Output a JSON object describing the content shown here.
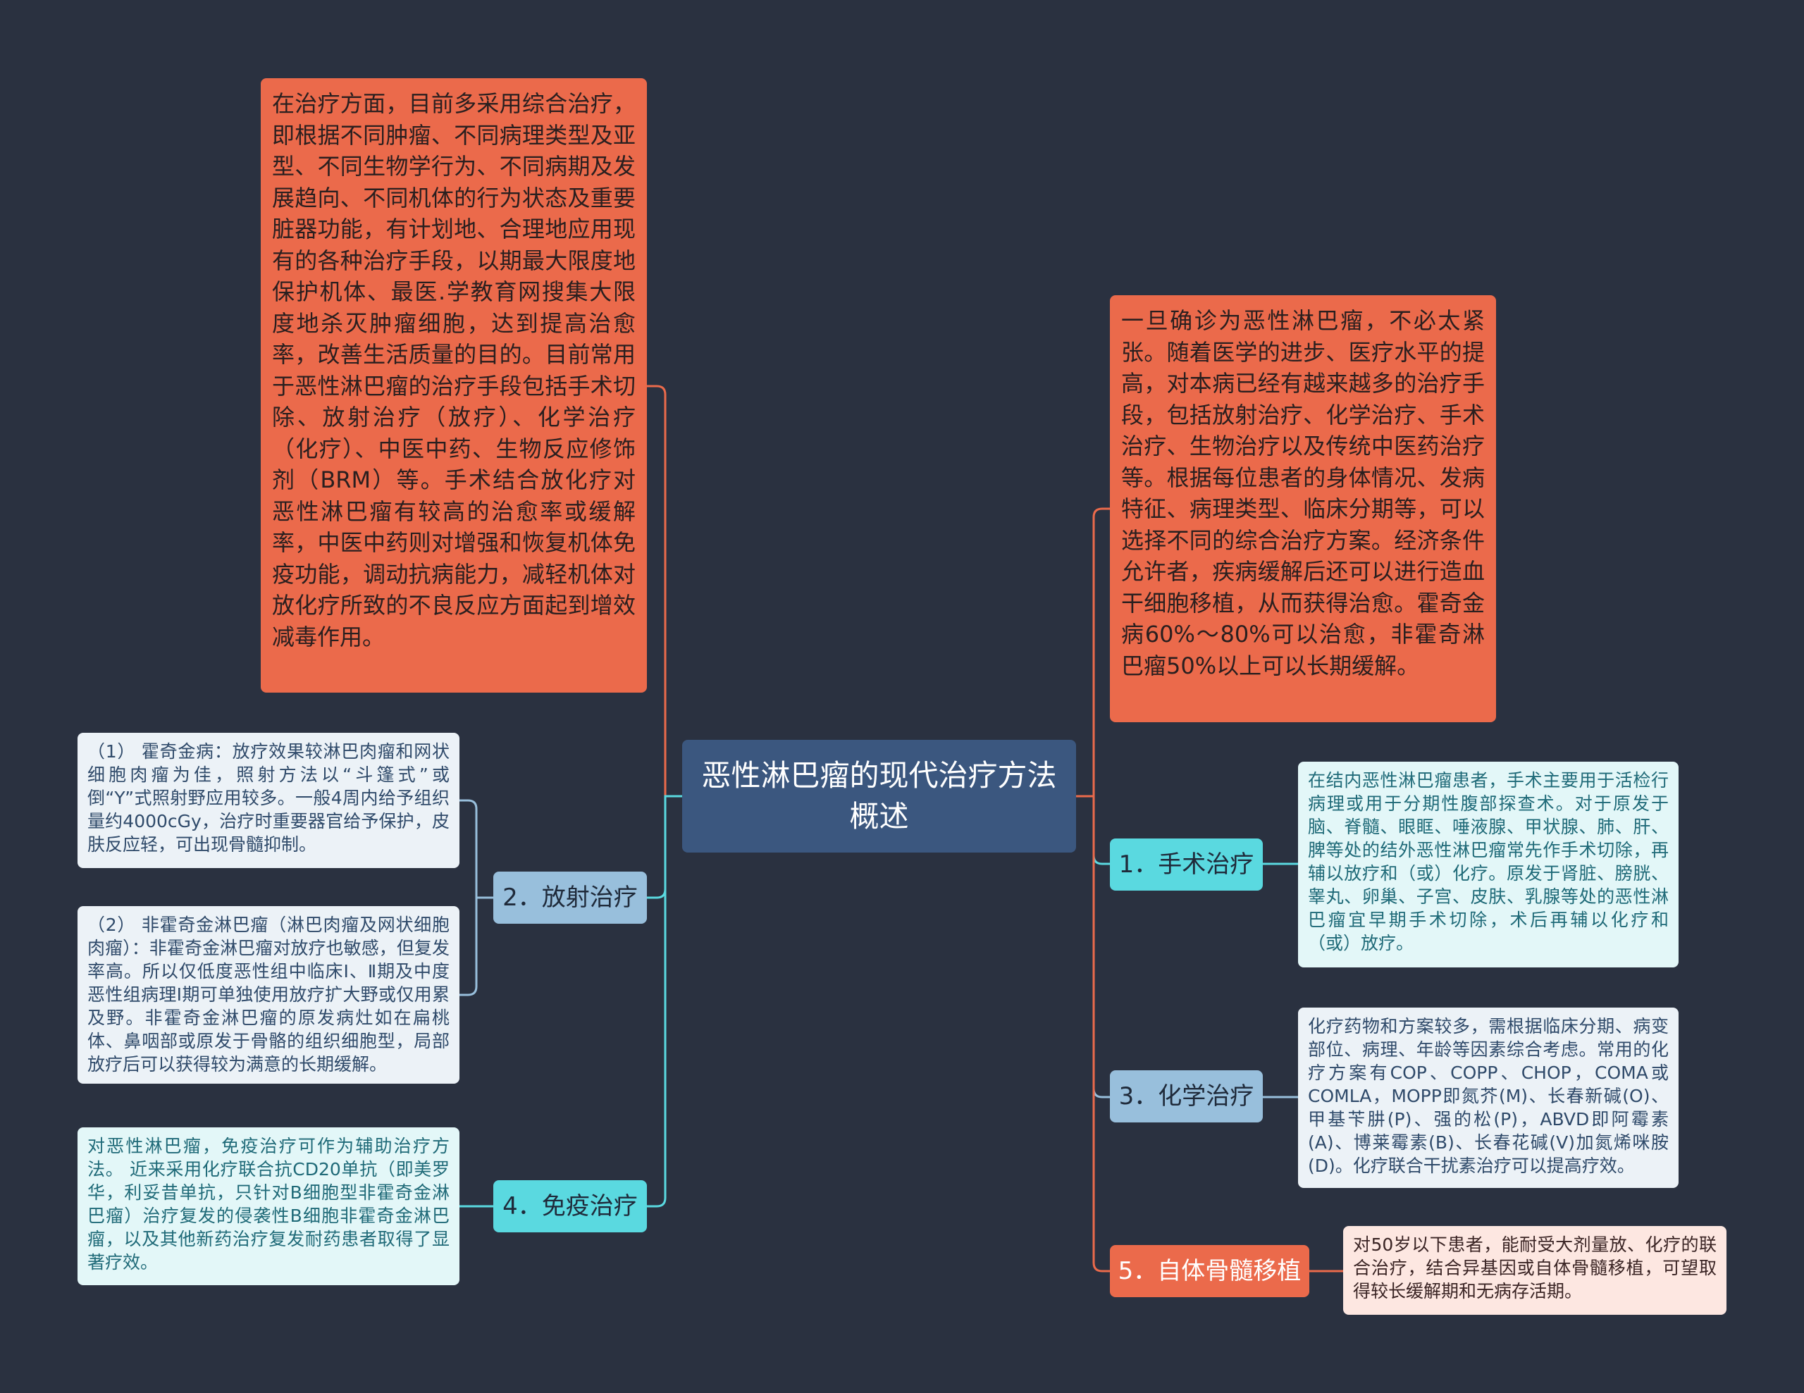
{
  "title": "恶性淋巴瘤的现代治疗方法概述",
  "left_top": "在治疗方面，目前多采用综合治疗，即根据不同肿瘤、不同病理类型及亚型、不同生物学行为、不同病期及发展趋向、不同机体的行为状态及重要脏器功能，有计划地、合理地应用现有的各种治疗手段，以期最大限度地保护机体、最医.学教育网搜集大限度地杀灭肿瘤细胞，达到提高治愈率，改善生活质量的目的。目前常用于恶性淋巴瘤的治疗手段包括手术切除、放射治疗（放疗）、化学治疗（化疗）、中医中药、生物反应修饰剂（BRM）等。手术结合放化疗对恶性淋巴瘤有较高的治愈率或缓解率，中医中药则对增强和恢复机体免疫功能，调动抗病能力，减轻机体对放化疗所致的不良反应方面起到增效减毒作用。",
  "right_top": "一旦确诊为恶性淋巴瘤，不必太紧张。随着医学的进步、医疗水平的提高，对本病已经有越来越多的治疗手段，包括放射治疗、化学治疗、手术治疗、生物治疗以及传统中医药治疗等。根据每位患者的身体情况、发病特征、病理类型、临床分期等，可以选择不同的综合治疗方案。经济条件允许者，疾病缓解后还可以进行造血干细胞移植，从而获得治愈。霍奇金病60%～80%可以治愈，非霍奇淋巴瘤50%以上可以长期缓解。",
  "topics": {
    "surgery": "1．手术治疗",
    "radiation": "2．放射治疗",
    "chemo": "3．化学治疗",
    "immune": "4．免疫治疗",
    "marrow": "5．自体骨髓移植"
  },
  "leaves": {
    "surgery": "在结内恶性淋巴瘤患者，手术主要用于活检行病理或用于分期性腹部探查术。对于原发于脑、脊髓、眼眶、唾液腺、甲状腺、肺、肝、脾等处的结外恶性淋巴瘤常先作手术切除，再辅以放疗和（或）化疗。原发于肾脏、膀胱、睾丸、卵巢、子宫、皮肤、乳腺等处的恶性淋巴瘤宜早期手术切除，术后再辅以化疗和（或）放疗。",
    "radiation_1": "（1） 霍奇金病：放疗效果较淋巴肉瘤和网状细胞肉瘤为佳，照射方法以“斗篷式”或倒“Y”式照射野应用较多。一般4周内给予组织量约4000cGy，治疗时重要器官给予保护，皮肤反应轻，可出现骨髓抑制。",
    "radiation_2": "（2） 非霍奇金淋巴瘤（淋巴肉瘤及网状细胞肉瘤）：非霍奇金淋巴瘤对放疗也敏感，但复发率高。所以仅低度恶性组中临床Ⅰ、Ⅱ期及中度恶性组病理Ⅰ期可单独使用放疗扩大野或仅用累及野。非霍奇金淋巴瘤的原发病灶如在扁桃体、鼻咽部或原发于骨骼的组织细胞型，局部放疗后可以获得较为满意的长期缓解。",
    "chemo": "化疗药物和方案较多，需根据临床分期、病变部位、病理、年龄等因素综合考虑。常用的化疗方案有COP、COPP、CHOP，COMA或COMLA，MOPP即氮芥(M)、长春新碱(O)、甲基苄肼(P)、强的松(P)，ABVD即阿霉素(A)、博莱霉素(B)、长春花碱(V)加氮烯咪胺(D)。化疗联合干扰素治疗可以提高疗效。",
    "immune": "对恶性淋巴瘤，免疫治疗可作为辅助治疗方法。 近来采用化疗联合抗CD20单抗（即美罗华，利妥昔单抗，只针对B细胞型非霍奇金淋巴瘤）治疗复发的侵袭性B细胞非霍奇金淋巴瘤，以及其他新药治疗复发耐药患者取得了显著疗效。",
    "marrow": "对50岁以下患者，能耐受大剂量放、化疗的联合治疗，结合异基因或自体骨髓移植，可望取得较长缓解期和无病存活期。"
  },
  "colors": {
    "background": "#2a3140",
    "center": "#3b577f",
    "orange": "#eb6a4b",
    "cyan": "#5ad9e0",
    "blue": "#98bfdc"
  }
}
